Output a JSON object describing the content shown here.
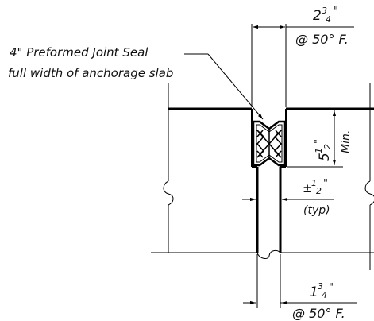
{
  "callout": {
    "line1": "4\" Preformed Joint Seal",
    "line2": "full width of anchorage slab"
  },
  "dim_top": {
    "whole": "2",
    "num": "3",
    "den": "4",
    "unit": "\"",
    "temp": "@ 50° F."
  },
  "dim_depth": {
    "whole": "5",
    "num": "1",
    "den": "2",
    "unit": "\"",
    "note": "Min."
  },
  "dim_tol": {
    "sign": "±",
    "num": "1",
    "den": "2",
    "unit": "\"",
    "note": "(typ)"
  },
  "dim_bottom": {
    "whole": "1",
    "num": "3",
    "den": "4",
    "unit": "\"",
    "temp": "@ 50° F."
  }
}
